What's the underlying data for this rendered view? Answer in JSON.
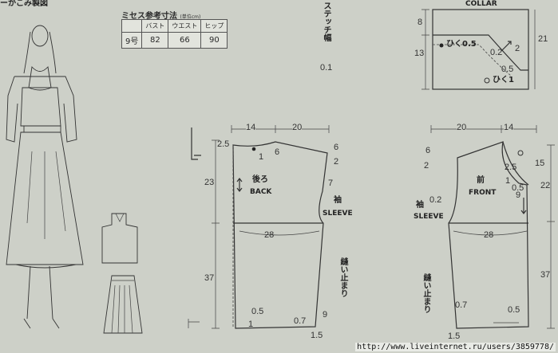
{
  "header": {
    "title_fragment": "ーかこみ製図"
  },
  "size_table": {
    "title": "ミセス参考寸法",
    "unit": "(単位cm)",
    "headers": [
      "バスト",
      "ウエスト",
      "ヒップ"
    ],
    "row_label": "9号",
    "values": [
      "82",
      "66",
      "90"
    ]
  },
  "stitch_note": {
    "text": "ステッチ幅",
    "value": "0.1"
  },
  "collar": {
    "title": "COLLAR",
    "dims": {
      "left_top": "8",
      "left_bottom": "13",
      "right": "21",
      "a": "0.5",
      "b": "0.2",
      "c": "2"
    },
    "pull_notes": [
      "ひく0.5",
      "ひく1"
    ]
  },
  "back": {
    "label_jp": "後ろ",
    "label_en": "BACK",
    "top_dims": [
      "14",
      "20"
    ],
    "side_dims": [
      "2.5",
      "23",
      "37"
    ],
    "right_dims": [
      "6",
      "2",
      "7"
    ],
    "inner_dims": [
      "1",
      "6"
    ],
    "bust": "28",
    "hem_dims": [
      "0.5",
      "1",
      "0.7",
      "9",
      "1.5"
    ],
    "sleeve_jp": "袖",
    "sleeve_en": "SLEEVE",
    "slit_note": "縫い止まり"
  },
  "front": {
    "label_jp": "前",
    "label_en": "FRONT",
    "top_dims": [
      "20",
      "14"
    ],
    "side_dims": [
      "6",
      "2",
      "0.2",
      "9"
    ],
    "right_dims": [
      "15",
      "22",
      "37",
      "2.5",
      "1",
      "0.5"
    ],
    "bust": "28",
    "hem_dims": [
      "0.7",
      "0.5",
      "1.5"
    ],
    "sleeve_jp": "袖",
    "sleeve_en": "SLEEVE",
    "slit_note": "縫い止まり"
  },
  "source_url": "http://www.liveinternet.ru/users/3859778/"
}
